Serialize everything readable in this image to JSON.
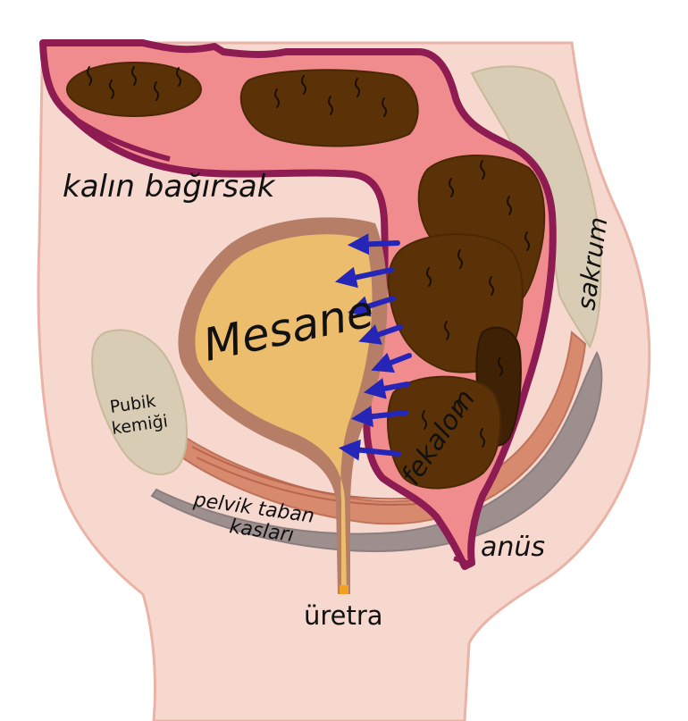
{
  "labels": {
    "large_intestine": "kalın bağırsak",
    "bladder": "Mesane",
    "pubic_bone_line1": "Pubik",
    "pubic_bone_line2": "kemiği",
    "sacrum": "sakrum",
    "fecaloma": "fekalom",
    "pelvic_floor_line1": "pelvik taban",
    "pelvic_floor_line2": "kasları",
    "anus": "anüs",
    "urethra": "üretra"
  },
  "colors": {
    "body": "#f6d8cf",
    "body_outline": "#eab3a6",
    "bowel": "#f08c8e",
    "bowel_outline": "#8e1b52",
    "stool": "#5b3208",
    "stool_dark": "#3f2205",
    "bladder": "#ebbd6d",
    "bladder_wall": "#b77e67",
    "bone": "#d8ccb4",
    "muscle": "#d88a6e",
    "muscle_gray": "#9e8f8f",
    "arrow": "#2525b8"
  },
  "arrow_count": 8
}
